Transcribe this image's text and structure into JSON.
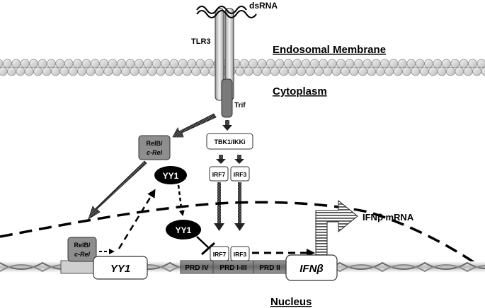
{
  "labels": {
    "dsrna": "dsRNA",
    "tlr3": "TLR3",
    "endosomal_membrane": "Endosomal Membrane",
    "cytoplasm": "Cytoplasm",
    "trif": "Trif",
    "tbk1_ikki": "TBK1/IKKi",
    "relb_crel_top_line1": "RelB/",
    "relb_crel_top_line2": "c-Rel",
    "yy1_top": "YY1",
    "irf7_top": "IRF7",
    "irf3_top": "IRF3",
    "ifnb_mrna": "IFNβ mRNA",
    "yy1_repressor": "YY1",
    "relb_crel_bottom_line1": "RelB/",
    "relb_crel_bottom_line2": "c-Rel",
    "irf7_bottom": "IRF7",
    "irf3_bottom": "IRF3",
    "yy1_gene": "YY1",
    "prd_iv": "PRD IV",
    "prd_i_iii": "PRD I-III",
    "prd_ii": "PRD II",
    "ifnb_gene": "IFNβ",
    "nucleus": "Nucleus"
  }
}
